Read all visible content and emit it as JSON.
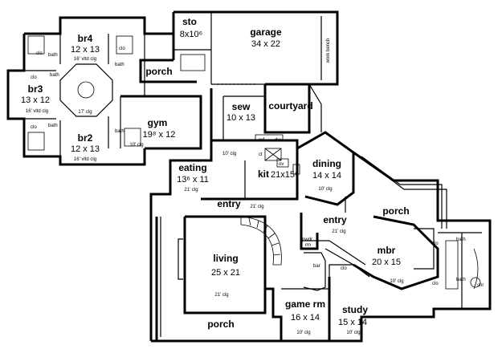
{
  "rooms": {
    "sto": {
      "name": "sto",
      "dims": "8x10⁶"
    },
    "garage": {
      "name": "garage",
      "dims": "34 x 22",
      "note": "work bench"
    },
    "porch_top": {
      "name": "porch"
    },
    "br4": {
      "name": "br4",
      "dims": "12 x 13",
      "ceiling": "16' vltd clg"
    },
    "br3": {
      "name": "br3",
      "dims": "13 x 12",
      "ceiling": "16' vltd clg"
    },
    "br2": {
      "name": "br2",
      "dims": "12 x 13",
      "ceiling": "16' vltd clg"
    },
    "hub": {
      "ceiling": "17' clg"
    },
    "gym": {
      "name": "gym",
      "dims": "19⁸ x 12",
      "ceiling": "10' clg"
    },
    "sew": {
      "name": "sew",
      "dims": "10 x 13"
    },
    "courtyard": {
      "name": "courtyard"
    },
    "eating": {
      "name": "eating",
      "dims": "13⁶ x 11",
      "ceiling": "21' clg"
    },
    "kit": {
      "name": "kit",
      "dims": "21x15⁶"
    },
    "dining": {
      "name": "dining",
      "dims": "14 x 14",
      "ceiling": "10' clg"
    },
    "entry1": {
      "name": "entry",
      "ceiling": "21' clg"
    },
    "entry2": {
      "name": "entry",
      "ceiling": "21' clg"
    },
    "porch_mid": {
      "name": "porch"
    },
    "living": {
      "name": "living",
      "dims": "25 x 21",
      "ceiling": "21' clg"
    },
    "mbr": {
      "name": "mbr",
      "dims": "20 x 15",
      "ceiling": "10' clg"
    },
    "game": {
      "name": "game rm",
      "dims": "16 x 14",
      "ceiling": "10' clg"
    },
    "study": {
      "name": "study",
      "dims": "15 x 14",
      "ceiling": "10' clg"
    },
    "porch_bot": {
      "name": "porch"
    }
  },
  "labels": {
    "clo": "clo",
    "bath": "bath",
    "ct": "ct",
    "ov": "ov",
    "dw": "dw",
    "ref": "ref",
    "pwdr": "pwdr",
    "rm": "rm",
    "bar": "bar",
    "shr": "shr",
    "clg10": "10' clg"
  }
}
